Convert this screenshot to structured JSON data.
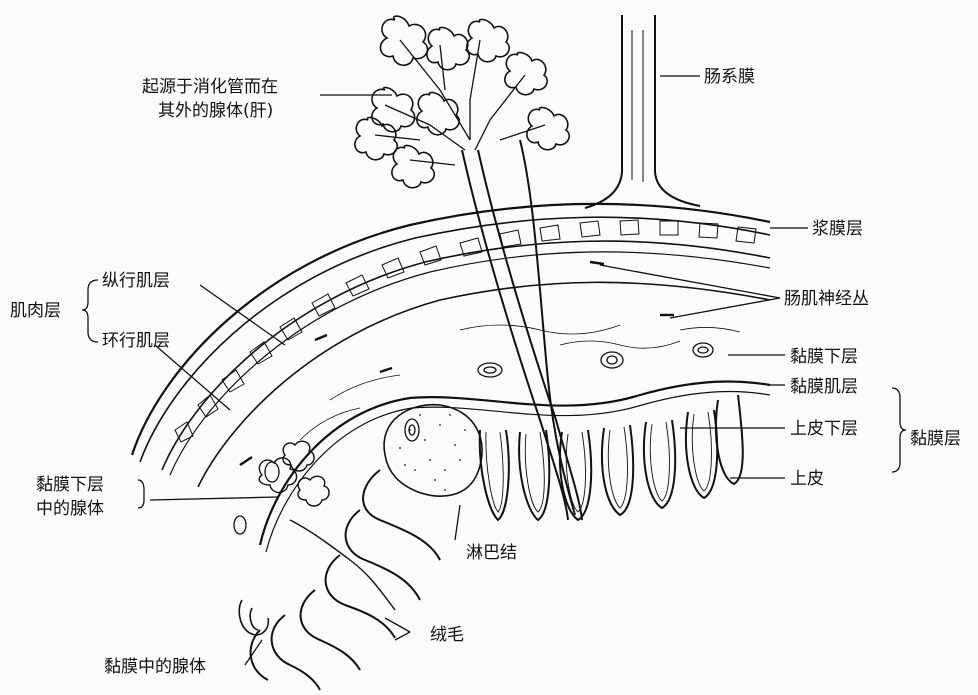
{
  "labels": {
    "liver_line1": "起源于消化管而在",
    "liver_line2": "其外的腺体(肝)",
    "mesentery": "肠系膜",
    "serosa": "浆膜层",
    "muscularis": "肌肉层",
    "longitudinal_muscle": "纵行肌层",
    "circular_muscle": "环行肌层",
    "myenteric_plexus": "肠肌神经丛",
    "submucosa": "黏膜下层",
    "muscularis_mucosae": "黏膜肌层",
    "lamina_propria": "上皮下层",
    "mucosa": "黏膜层",
    "epithelium": "上皮",
    "submucosal_gland_line1": "黏膜下层",
    "submucosal_gland_line2": "中的腺体",
    "lymph_node": "淋巴结",
    "villi": "绒毛",
    "mucosal_gland": "黏膜中的腺体"
  },
  "colors": {
    "ink": "#111111",
    "paper": "#fbfbfa"
  }
}
